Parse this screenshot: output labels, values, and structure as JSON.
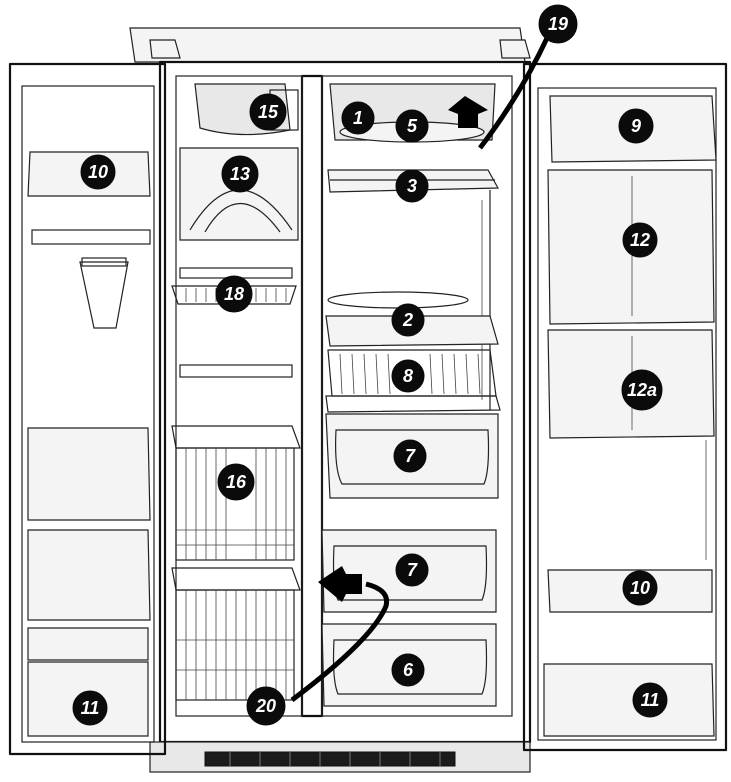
{
  "diagram": {
    "callouts": [
      {
        "id": "c1",
        "label": "1"
      },
      {
        "id": "c5",
        "label": "5"
      },
      {
        "id": "c19",
        "label": "19"
      },
      {
        "id": "c3",
        "label": "3"
      },
      {
        "id": "c15",
        "label": "15"
      },
      {
        "id": "c13",
        "label": "13"
      },
      {
        "id": "c18",
        "label": "18"
      },
      {
        "id": "c2",
        "label": "2"
      },
      {
        "id": "c8",
        "label": "8"
      },
      {
        "id": "c7a",
        "label": "7"
      },
      {
        "id": "c16",
        "label": "16"
      },
      {
        "id": "c7b",
        "label": "7"
      },
      {
        "id": "c6",
        "label": "6"
      },
      {
        "id": "c20",
        "label": "20"
      },
      {
        "id": "c10l",
        "label": "10"
      },
      {
        "id": "c11l",
        "label": "11"
      },
      {
        "id": "c9",
        "label": "9"
      },
      {
        "id": "c12",
        "label": "12"
      },
      {
        "id": "c12a",
        "label": "12a"
      },
      {
        "id": "c10r",
        "label": "10"
      },
      {
        "id": "c11r",
        "label": "11"
      }
    ]
  }
}
